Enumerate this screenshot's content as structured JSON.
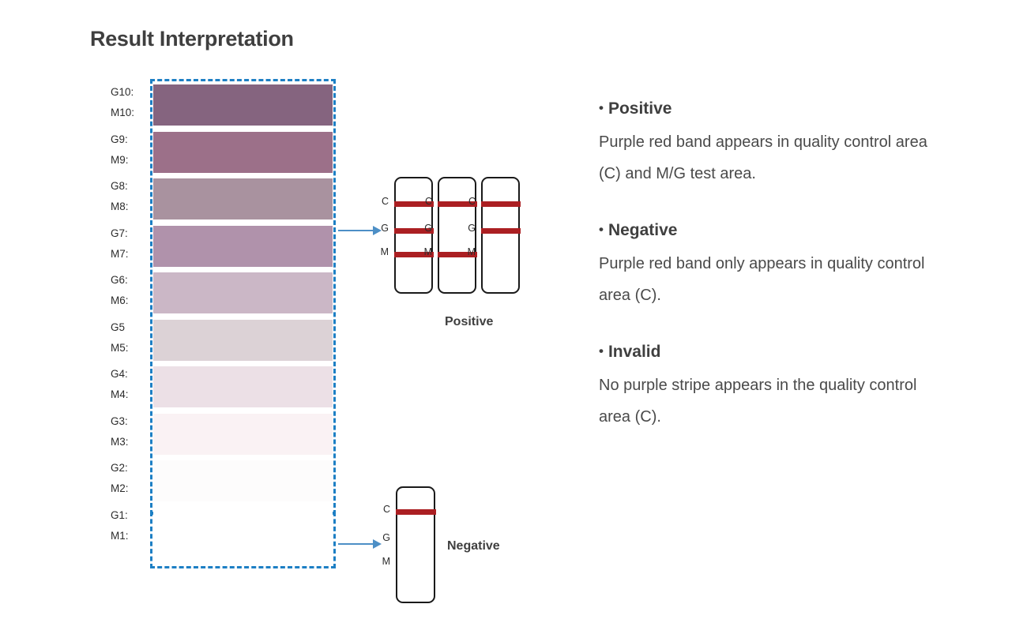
{
  "page": {
    "title": "Result Interpretation",
    "background_color": "#ffffff",
    "title_color": "#3f3f3f"
  },
  "colors": {
    "dashed_box": "#1d7fc4",
    "arrow": "#4d8fc6",
    "band_red": "#ab1f22",
    "strip_outline": "#1a1a1a",
    "text": "#3f3f3f"
  },
  "color_ladder": {
    "name": "color-intensity-ladder",
    "rows": [
      {
        "g_label": "G10:",
        "m_label": "M10:",
        "swatch_color": "#85647f"
      },
      {
        "g_label": "G9:",
        "m_label": "M9:",
        "swatch_color": "#9c7089"
      },
      {
        "g_label": "G8:",
        "m_label": "M8:",
        "swatch_color": "#a9929f"
      },
      {
        "g_label": "G7:",
        "m_label": "M7:",
        "swatch_color": "#b092ab"
      },
      {
        "g_label": "G6:",
        "m_label": "M6:",
        "swatch_color": "#cbb7c6"
      },
      {
        "g_label": "G5",
        "m_label": "M5:",
        "swatch_color": "#dcd2d6"
      },
      {
        "g_label": "G4:",
        "m_label": "M4:",
        "swatch_color": "#ece0e6"
      },
      {
        "g_label": "G3:",
        "m_label": "M3:",
        "swatch_color": "#faf2f4"
      },
      {
        "g_label": "G2:",
        "m_label": "M2:",
        "swatch_color": "#fdfcfc"
      },
      {
        "g_label": "G1:",
        "m_label": "M1:",
        "swatch_color": "#ffffff"
      }
    ]
  },
  "strips": {
    "positive": {
      "caption": "Positive",
      "letters": [
        "C",
        "G",
        "M"
      ],
      "items": [
        {
          "name": "strip-c-g-m",
          "bands": [
            "C",
            "G",
            "M"
          ]
        },
        {
          "name": "strip-c-m",
          "bands": [
            "C",
            "M"
          ]
        },
        {
          "name": "strip-c-g",
          "bands": [
            "C",
            "G"
          ]
        }
      ]
    },
    "negative": {
      "caption": "Negative",
      "letters": [
        "C",
        "G",
        "M"
      ],
      "items": [
        {
          "name": "strip-c-only",
          "bands": [
            "C"
          ]
        }
      ]
    }
  },
  "info_panel": {
    "blocks": [
      {
        "bullet": "•",
        "heading": "Positive",
        "body": "Purple red band appears in quality control area (C) and M/G test area."
      },
      {
        "bullet": "•",
        "heading": "Negative",
        "body": "Purple red band only appears in quality control area (C)."
      },
      {
        "bullet": "•",
        "heading": "Invalid",
        "body": "No purple stripe appears in the quality control area (C)."
      }
    ]
  }
}
